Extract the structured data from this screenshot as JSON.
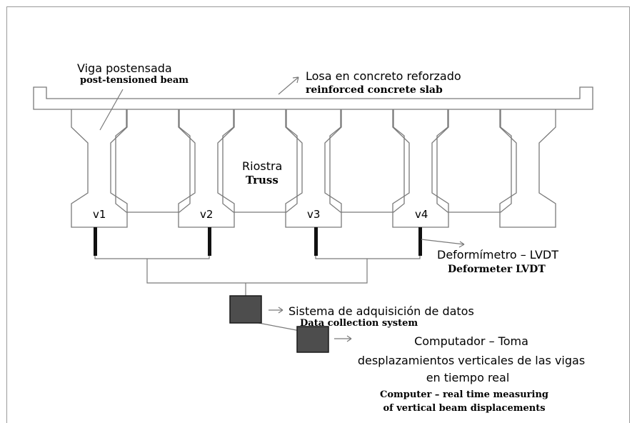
{
  "labels": {
    "beam_es": "Viga postensada",
    "beam_en": "post-tensioned beam",
    "slab_es": "Losa en concreto reforzado",
    "slab_en": "reinforced concrete slab",
    "truss_es": "Riostra",
    "truss_en": "Truss",
    "lvdt_es": "Deformímetro – LVDT",
    "lvdt_en": "Deformeter LVDT",
    "daq_es": "Sistema de adquisición de datos",
    "daq_en": "Data collection system",
    "pc_es_1": "Computador – Toma",
    "pc_es_2": "desplazamientos verticales de las vigas",
    "pc_es_3": "en tiempo real",
    "pc_en_1": "Computer – real time measuring",
    "pc_en_2": "of vertical beam displacements"
  },
  "beams": [
    "v1",
    "v2",
    "v3",
    "v4"
  ],
  "colors": {
    "stroke": "#7a7a7a",
    "sensor": "#111111",
    "box_fill": "#4d4d4d"
  }
}
